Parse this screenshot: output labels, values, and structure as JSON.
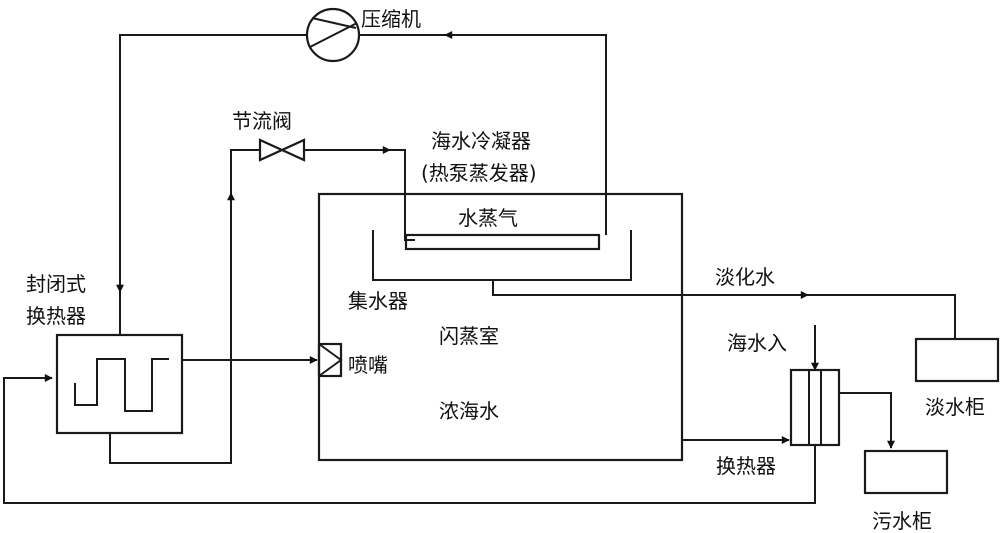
{
  "labels": {
    "compressor": "压缩机",
    "throttle_valve": "节流阀",
    "seawater_condenser": "海水冷凝器",
    "heat_pump_evaporator": "(热泵蒸发器)",
    "water_vapor": "水蒸气",
    "sealed_heat_exchanger_line1": "封闭式",
    "sealed_heat_exchanger_line2": "换热器",
    "water_collector": "集水器",
    "flash_chamber": "闪蒸室",
    "nozzle": "喷嘴",
    "concentrated_seawater": "浓海水",
    "fresh_water_out": "淡化水",
    "seawater_in": "海水入",
    "fresh_water_tank": "淡水柜",
    "heat_exchanger": "换热器",
    "sewage_tank": "污水柜"
  }
}
